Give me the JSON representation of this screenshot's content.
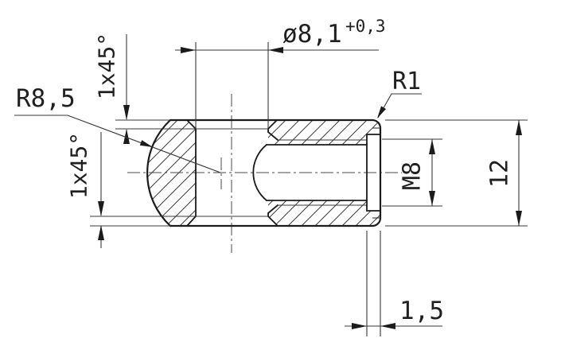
{
  "drawing": {
    "type": "mechanical part section view",
    "colors": {
      "background": "#ffffff",
      "line": "#1b1b1b",
      "thin_line": "#383838"
    },
    "labels": {
      "bore_diameter": "ø8,1",
      "bore_tolerance": "+0,3",
      "chamfer_top": "1x45°",
      "chamfer_bottom": "1x45°",
      "sphere_radius": "R8,5",
      "corner_radius": "R1",
      "thread": "M8",
      "outer_size": "12",
      "recess_depth": "1,5"
    }
  }
}
